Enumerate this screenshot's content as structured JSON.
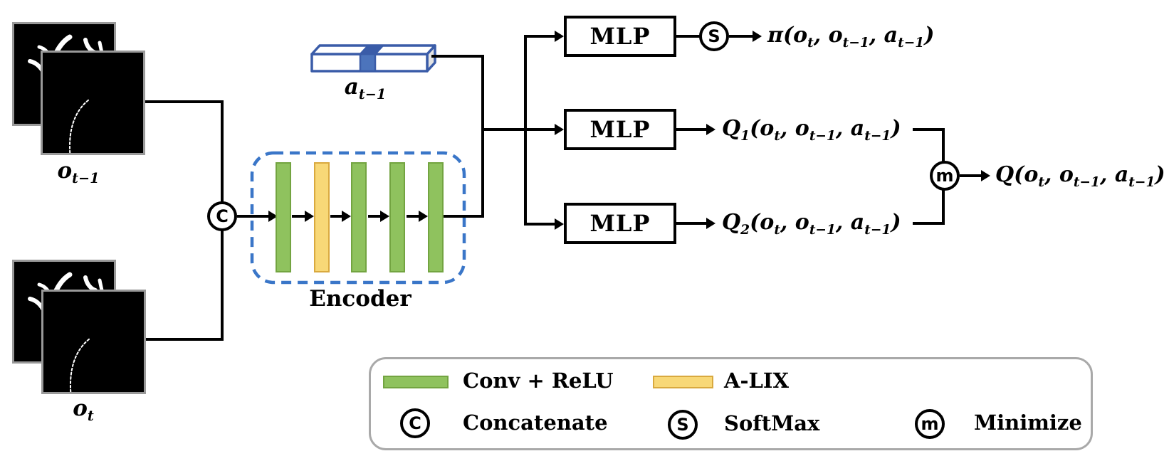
{
  "figure": {
    "observations": {
      "prev_label": "o_{t−1}",
      "curr_label": "o_{t}"
    },
    "action": {
      "label": "a_{t−1}"
    },
    "encoder": {
      "label": "Encoder",
      "layers": [
        {
          "type": "conv"
        },
        {
          "type": "alix"
        },
        {
          "type": "conv"
        },
        {
          "type": "conv"
        },
        {
          "type": "conv"
        }
      ]
    },
    "mlps": [
      {
        "label": "MLP"
      },
      {
        "label": "MLP"
      },
      {
        "label": "MLP"
      }
    ],
    "operators": {
      "concatenate": "C",
      "softmax": "S",
      "minimize": "m"
    },
    "outputs": {
      "policy": "π(o_{t}, o_{t−1}, a_{t−1})",
      "q1": "Q_{1}(o_{t}, o_{t−1}, a_{t−1})",
      "q2": "Q_{2}(o_{t}, o_{t−1}, a_{t−1})",
      "q_min": "Q(o_{t}, o_{t−1}, a_{t−1})"
    },
    "legend": {
      "conv_label": "Conv + ReLU",
      "alix_label": "A-LIX",
      "concat_symbol": "C",
      "concat_label": "Concatenate",
      "softmax_symbol": "S",
      "softmax_label": "SoftMax",
      "minimize_symbol": "m",
      "minimize_label": "Minimize"
    }
  },
  "colors": {
    "conv-green": "#8FC25E",
    "conv-green-border": "#73A441",
    "alix-yellow": "#F8D877",
    "alix-yellow-border": "#D9A93F",
    "encoder-blue": "#3A76C8",
    "action-blue": "#3A5CA8",
    "action-slab": "#4C74BC",
    "legend-border": "#A9A9A9",
    "wire-black": "#000000",
    "image-border": "#999999"
  }
}
